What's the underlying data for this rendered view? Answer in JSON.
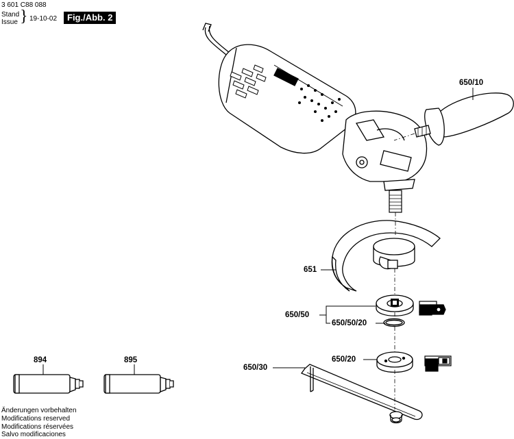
{
  "header": {
    "doc_number": "3 601 C88 088",
    "stand_label": "Stand",
    "issue_label": "Issue",
    "date": "19-10-02",
    "figure_label": "Fig./Abb. 2"
  },
  "parts": {
    "handle": "650/10",
    "guard": "651",
    "flange_assembly": "650/50",
    "o_ring": "650/50/20",
    "clamping_nut": "650/20",
    "spanner": "650/30",
    "tube_894": "894",
    "tube_895": "895"
  },
  "footer": {
    "line1": "Änderungen vorbehalten",
    "line2": "Modifications reserved",
    "line3": "Modifications réservées",
    "line4": "Salvo modificaciones"
  }
}
